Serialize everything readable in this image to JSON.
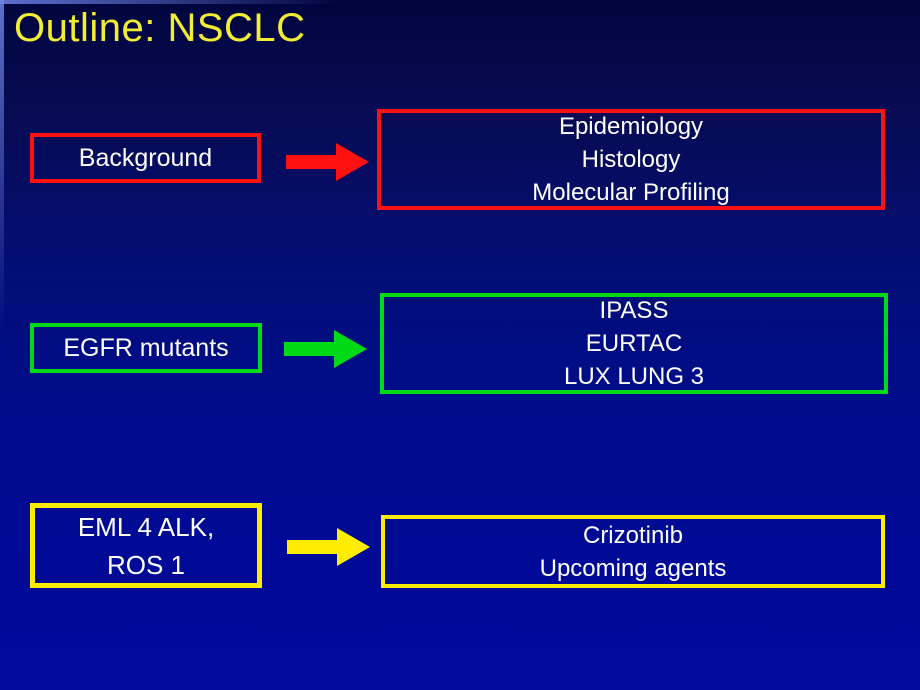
{
  "title": {
    "text": "Outline: NSCLC",
    "color": "#f2ec33"
  },
  "background": {
    "top": "#01053e",
    "bottom": "#000a9d"
  },
  "colors": {
    "red": "#ff1111",
    "green": "#00d916",
    "yellow": "#ffec00",
    "text": "#ffffff"
  },
  "rows": [
    {
      "topic": "Background",
      "accent": "#ff1111",
      "details": [
        "Epidemiology",
        "Histology",
        "Molecular Profiling"
      ]
    },
    {
      "topic": "EGFR mutants",
      "accent": "#00d916",
      "details": [
        "IPASS",
        "EURTAC",
        "LUX LUNG 3"
      ]
    },
    {
      "topic": "EML 4 ALK,\nROS 1",
      "accent": "#ffec00",
      "details": [
        "Crizotinib",
        "Upcoming agents"
      ]
    }
  ]
}
